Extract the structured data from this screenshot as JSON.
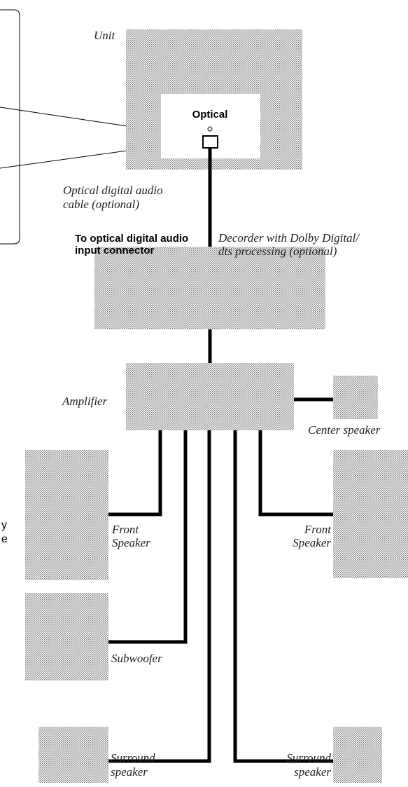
{
  "labels": {
    "unit": "Unit",
    "optical": "Optical",
    "cable_line1": "Optical digital audio",
    "cable_line2": "cable (optional)",
    "connector_line1": "To optical digital audio",
    "connector_line2": "input connector",
    "decoder_line1": "Decorder with Dolby Digital/",
    "decoder_line2": "dts processing (optional)",
    "amplifier": "Amplifier",
    "center_speaker": "Center speaker",
    "front_left_line1": "Front",
    "front_left_line2": "Speaker",
    "front_right_line1": "Front",
    "front_right_line2": "Speaker",
    "subwoofer": "Subwoofer",
    "surround_left_line1": "Surround",
    "surround_left_line2": "speaker",
    "surround_right_line1": "Surround",
    "surround_right_line2": "speaker",
    "side_fragment_1": "y",
    "side_fragment_2": "e"
  }
}
